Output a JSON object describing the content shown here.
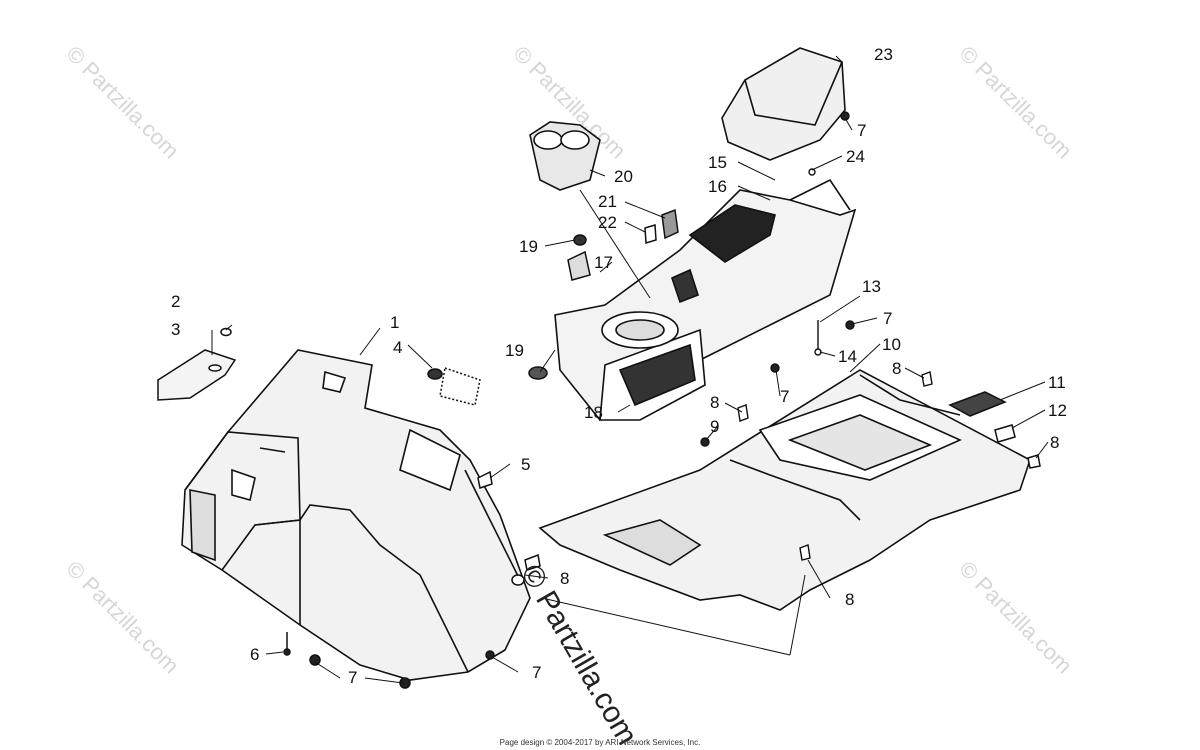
{
  "watermark": "© Partzilla.com",
  "footer": "Page design © 2004-2017 by ARI Network Services, Inc.",
  "callouts": {
    "c1": "1",
    "c2": "2",
    "c3": "3",
    "c4": "4",
    "c5": "5",
    "c6": "6",
    "c7a": "7",
    "c7b": "7",
    "c7c": "7",
    "c7d": "7",
    "c7e": "7",
    "c8a": "8",
    "c8b": "8",
    "c8c": "8",
    "c8d": "8",
    "c8e": "8",
    "c9": "9",
    "c10": "10",
    "c11": "11",
    "c12": "12",
    "c13": "13",
    "c14": "14",
    "c15": "15",
    "c16": "16",
    "c17": "17",
    "c18": "18",
    "c19a": "19",
    "c19b": "19",
    "c20": "20",
    "c21": "21",
    "c22": "22",
    "c23": "23",
    "c24": "24"
  }
}
